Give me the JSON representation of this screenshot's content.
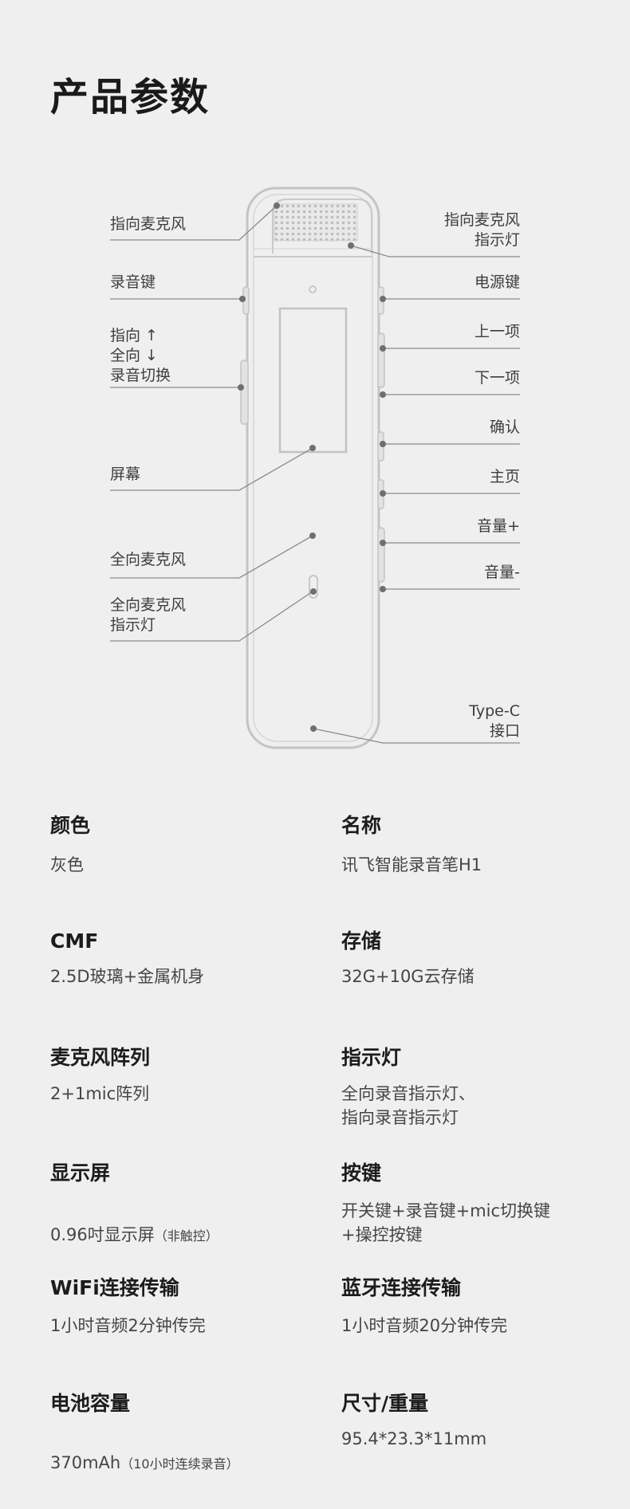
{
  "page_title": "产品参数",
  "diagram": {
    "labels_left": {
      "directional_mic": "指向麦克风",
      "record_key": "录音键",
      "mode_switch": "指向 ↑\n全向 ↓\n录音切换",
      "screen": "屏幕",
      "omni_mic": "全向麦克风",
      "omni_mic_led": "全向麦克风\n指示灯"
    },
    "labels_right": {
      "directional_mic_led": "指向麦克风\n指示灯",
      "power_key": "电源键",
      "prev_item": "上一项",
      "next_item": "下一项",
      "confirm": "确认",
      "home": "主页",
      "volume_up": "音量+",
      "volume_down": "音量-",
      "type_c": "Type-C\n接口"
    }
  },
  "specs": {
    "color": {
      "label": "颜色",
      "value": "灰色"
    },
    "name": {
      "label": "名称",
      "value": "讯飞智能录音笔H1"
    },
    "cmf": {
      "label": "CMF",
      "value": "2.5D玻璃+金属机身"
    },
    "storage": {
      "label": "存储",
      "value": "32G+10G云存储"
    },
    "mic_array": {
      "label": "麦克风阵列",
      "value": "2+1mic阵列"
    },
    "indicator": {
      "label": "指示灯",
      "value": "全向录音指示灯、\n指向录音指示灯"
    },
    "display": {
      "label": "显示屏",
      "value": "0.96吋显示屏",
      "note": "（非触控）"
    },
    "keys": {
      "label": "按键",
      "value": "开关键+录音键+mic切换键\n+操控按键"
    },
    "wifi": {
      "label": "WiFi连接传输",
      "value": "1小时音频2分钟传完"
    },
    "bluetooth": {
      "label": "蓝牙连接传输",
      "value": "1小时音频20分钟传完"
    },
    "battery": {
      "label": "电池容量",
      "value": "370mAh",
      "note": "（10小时连续录音）"
    },
    "size_weight": {
      "label": "尺寸/重量",
      "value": "95.4*23.3*11mm"
    }
  }
}
